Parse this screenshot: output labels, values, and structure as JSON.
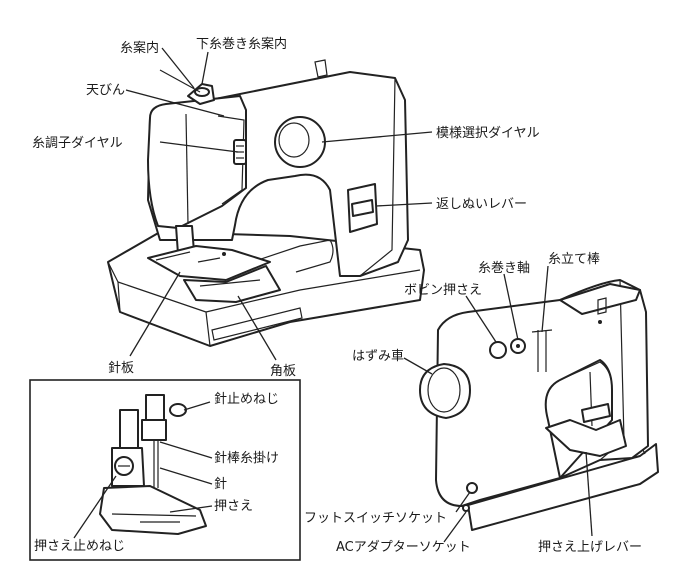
{
  "labels": {
    "thread_guide": "糸案内",
    "bobbin_thread_guide": "下糸巻き糸案内",
    "take_up_lever": "天びん",
    "tension_dial": "糸調子ダイヤル",
    "pattern_dial": "模様選択ダイヤル",
    "reverse_lever": "返しぬいレバー",
    "needle_plate": "針板",
    "square_plate": "角板",
    "bobbin_winder_shaft": "糸巻き軸",
    "spool_pin": "糸立て棒",
    "bobbin_stopper": "ボビン押さえ",
    "handwheel": "はずみ車",
    "foot_switch_socket": "フットスイッチソケット",
    "ac_adapter_socket": "ACアダプターソケット",
    "presser_lifter": "押さえ上げレバー",
    "needle_clamp_screw": "針止めねじ",
    "needle_bar_thread_guide": "針棒糸掛け",
    "needle": "針",
    "presser_foot": "押さえ",
    "presser_foot_screw": "押さえ止めねじ"
  }
}
